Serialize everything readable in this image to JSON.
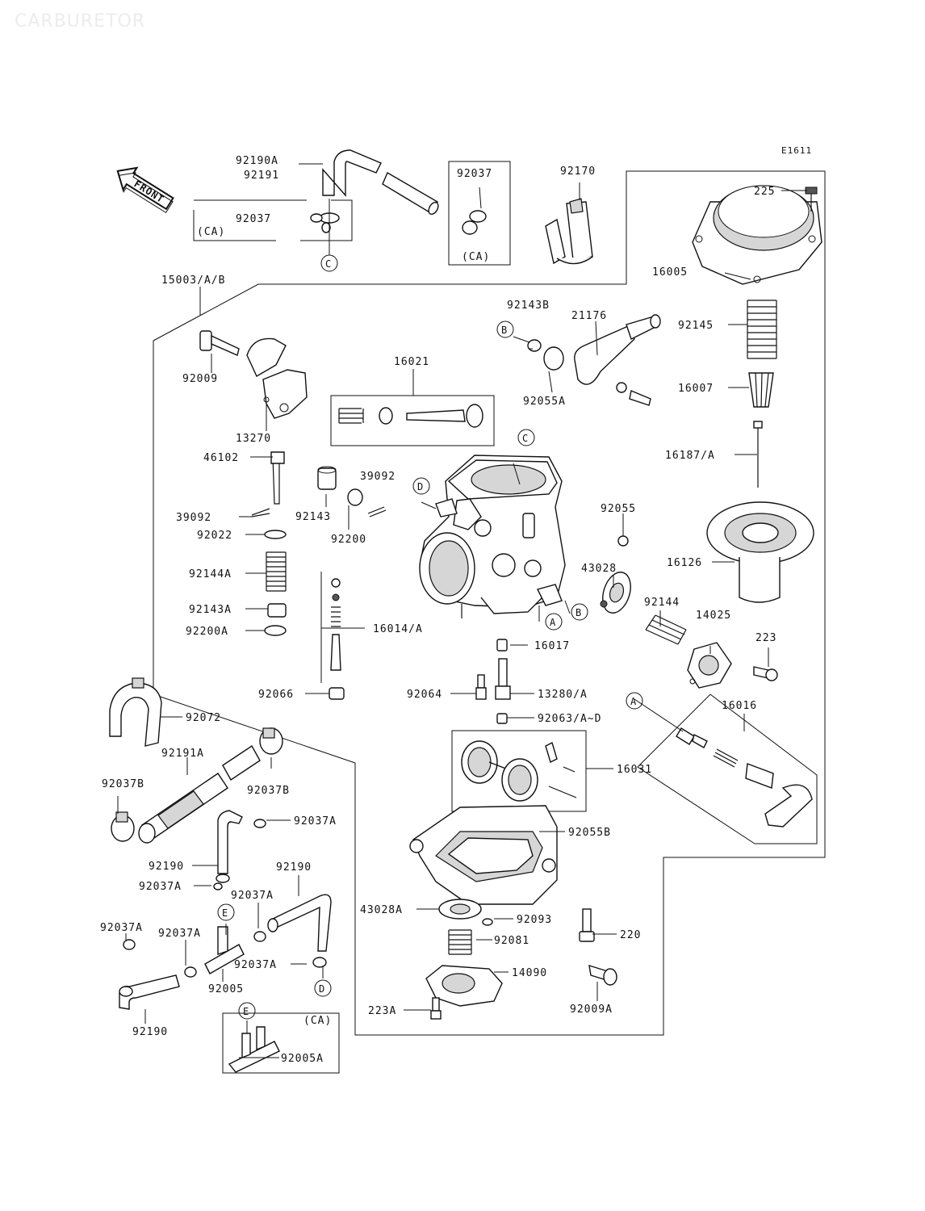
{
  "watermark": "CARBURETOR",
  "diagram_code": "E1611",
  "front_label": "FRONT",
  "markers": {
    "A": "A",
    "B": "B",
    "C": "C",
    "D": "D",
    "E": "E"
  },
  "ca": "(CA)",
  "parts": {
    "p92190A": "92190A",
    "p92191": "92191",
    "p92037": "92037",
    "p92170": "92170",
    "p225": "225",
    "p16005": "16005",
    "p15003": "15003/A/B",
    "p92143B": "92143B",
    "p21176": "21176",
    "p92145": "92145",
    "p92009": "92009",
    "p16021": "16021",
    "p92055A": "92055A",
    "p16007": "16007",
    "p13270": "13270",
    "p16187": "16187/A",
    "p46102": "46102",
    "p39092": "39092",
    "p92143": "92143",
    "p92200": "92200",
    "p92055": "92055",
    "p92022": "92022",
    "p16126": "16126",
    "p43028": "43028",
    "p92144A": "92144A",
    "p92144": "92144",
    "p14025": "14025",
    "p92143A": "92143A",
    "p16014": "16014/A",
    "p92200A": "92200A",
    "p223": "223",
    "p16017": "16017",
    "p92066": "92066",
    "p92064": "92064",
    "p13280": "13280/A",
    "p92063": "92063/A~D",
    "p16016": "16016",
    "p92072": "92072",
    "p92191A": "92191A",
    "p92037B": "92037B",
    "p16031": "16031",
    "p92037A": "92037A",
    "p92055B": "92055B",
    "p92190": "92190",
    "p43028A": "43028A",
    "p92093": "92093",
    "p220": "220",
    "p92081": "92081",
    "p92005": "92005",
    "p14090": "14090",
    "p223A": "223A",
    "p92009A": "92009A",
    "p92005A": "92005A"
  }
}
